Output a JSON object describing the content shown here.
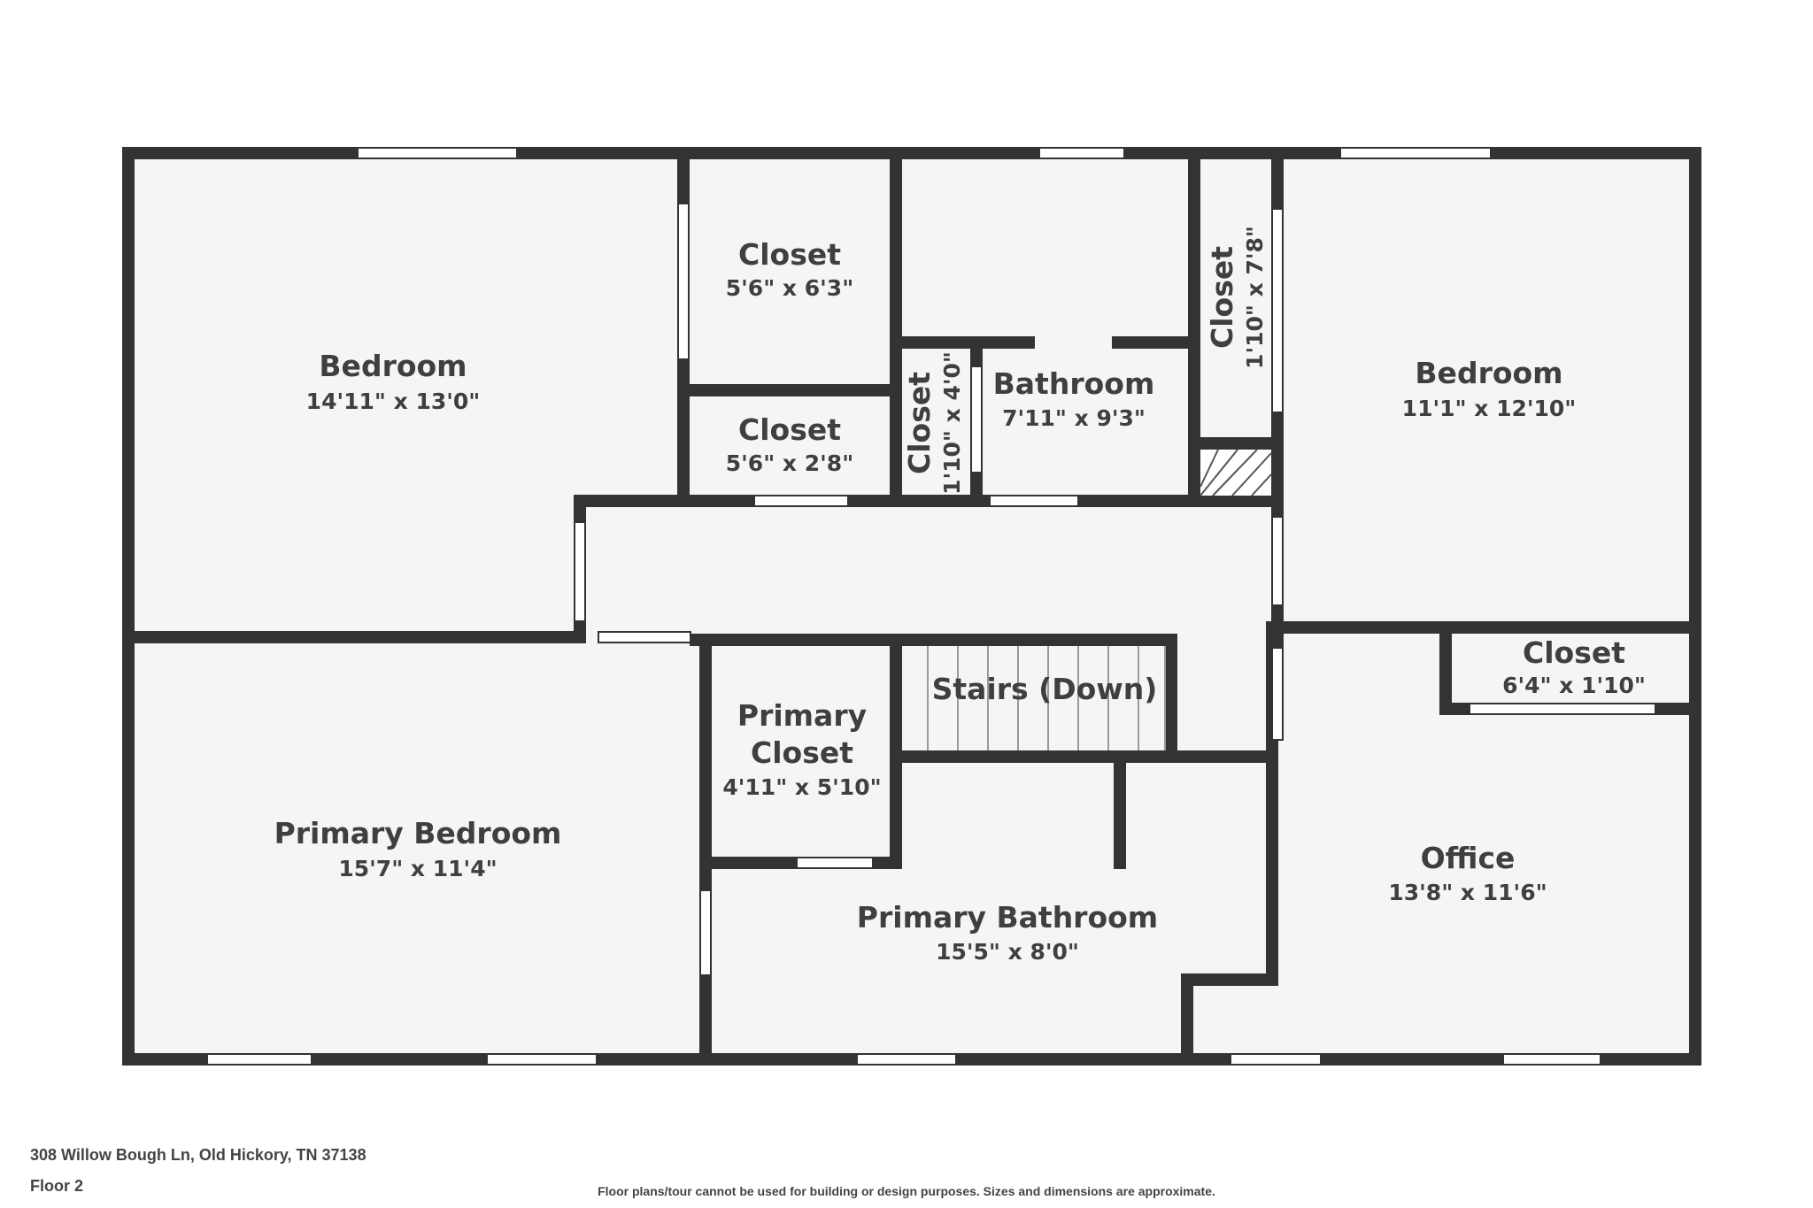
{
  "colors": {
    "wall": "#333333",
    "floor": "#f5f5f5",
    "window": "#ffffff",
    "text": "#3f3f3f"
  },
  "rooms": {
    "bedroom_left": {
      "name": "Bedroom",
      "dims": "14'11\" x 13'0\""
    },
    "closet_top": {
      "name": "Closet",
      "dims": "5'6\" x 6'3\""
    },
    "closet_small": {
      "name": "Closet",
      "dims": "5'6\" x 2'8\""
    },
    "closet_narrow": {
      "name": "Closet",
      "dims": "1'10\" x 4'0\""
    },
    "bathroom": {
      "name": "Bathroom",
      "dims": "7'11\" x 9'3\""
    },
    "closet_tall": {
      "name": "Closet",
      "dims": "1'10\" x 7'8\""
    },
    "bedroom_right": {
      "name": "Bedroom",
      "dims": "11'1\" x 12'10\""
    },
    "closet_office": {
      "name": "Closet",
      "dims": "6'4\" x 1'10\""
    },
    "stairs": {
      "name": "Stairs (Down)"
    },
    "primary_closet": {
      "name_line1": "Primary",
      "name_line2": "Closet",
      "dims": "4'11\" x 5'10\""
    },
    "primary_bedroom": {
      "name": "Primary Bedroom",
      "dims": "15'7\" x 11'4\""
    },
    "primary_bath": {
      "name": "Primary Bathroom",
      "dims": "15'5\" x 8'0\""
    },
    "office": {
      "name": "Office",
      "dims": "13'8\" x 11'6\""
    }
  },
  "footer": {
    "address": "308 Willow Bough Ln, Old Hickory, TN 37138",
    "floor": "Floor 2",
    "disclaimer": "Floor plans/tour cannot be used for building or design purposes. Sizes and dimensions are approximate."
  }
}
